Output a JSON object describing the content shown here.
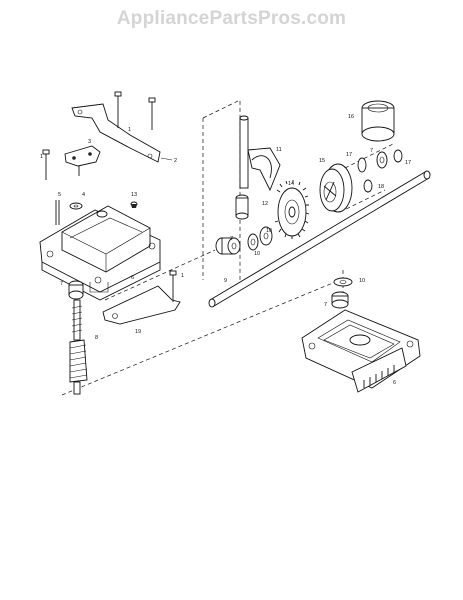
{
  "watermark": "AppliancePartsPros.com",
  "labels": [
    {
      "id": "c1a",
      "text": "1"
    },
    {
      "id": "c2",
      "text": "2"
    },
    {
      "id": "c3",
      "text": "3"
    },
    {
      "id": "c1b",
      "text": "1"
    },
    {
      "id": "c5",
      "text": "5"
    },
    {
      "id": "c4",
      "text": "4"
    },
    {
      "id": "c13",
      "text": "13"
    },
    {
      "id": "c6",
      "text": "6"
    },
    {
      "id": "c7a",
      "text": "7"
    },
    {
      "id": "c1c",
      "text": "1"
    },
    {
      "id": "c19",
      "text": "19"
    },
    {
      "id": "c8",
      "text": "8"
    },
    {
      "id": "c11",
      "text": "11"
    },
    {
      "id": "c12",
      "text": "12"
    },
    {
      "id": "c14",
      "text": "14"
    },
    {
      "id": "c15",
      "text": "15"
    },
    {
      "id": "c16",
      "text": "16"
    },
    {
      "id": "c17a",
      "text": "17"
    },
    {
      "id": "c7b",
      "text": "7"
    },
    {
      "id": "c17b",
      "text": "17"
    },
    {
      "id": "c18",
      "text": "18"
    },
    {
      "id": "c7c",
      "text": "7"
    },
    {
      "id": "c10a",
      "text": "10"
    },
    {
      "id": "c10b",
      "text": "10"
    },
    {
      "id": "c9",
      "text": "9"
    },
    {
      "id": "c10c",
      "text": "10"
    },
    {
      "id": "c7d",
      "text": "7"
    },
    {
      "id": "c6b",
      "text": "6"
    }
  ]
}
